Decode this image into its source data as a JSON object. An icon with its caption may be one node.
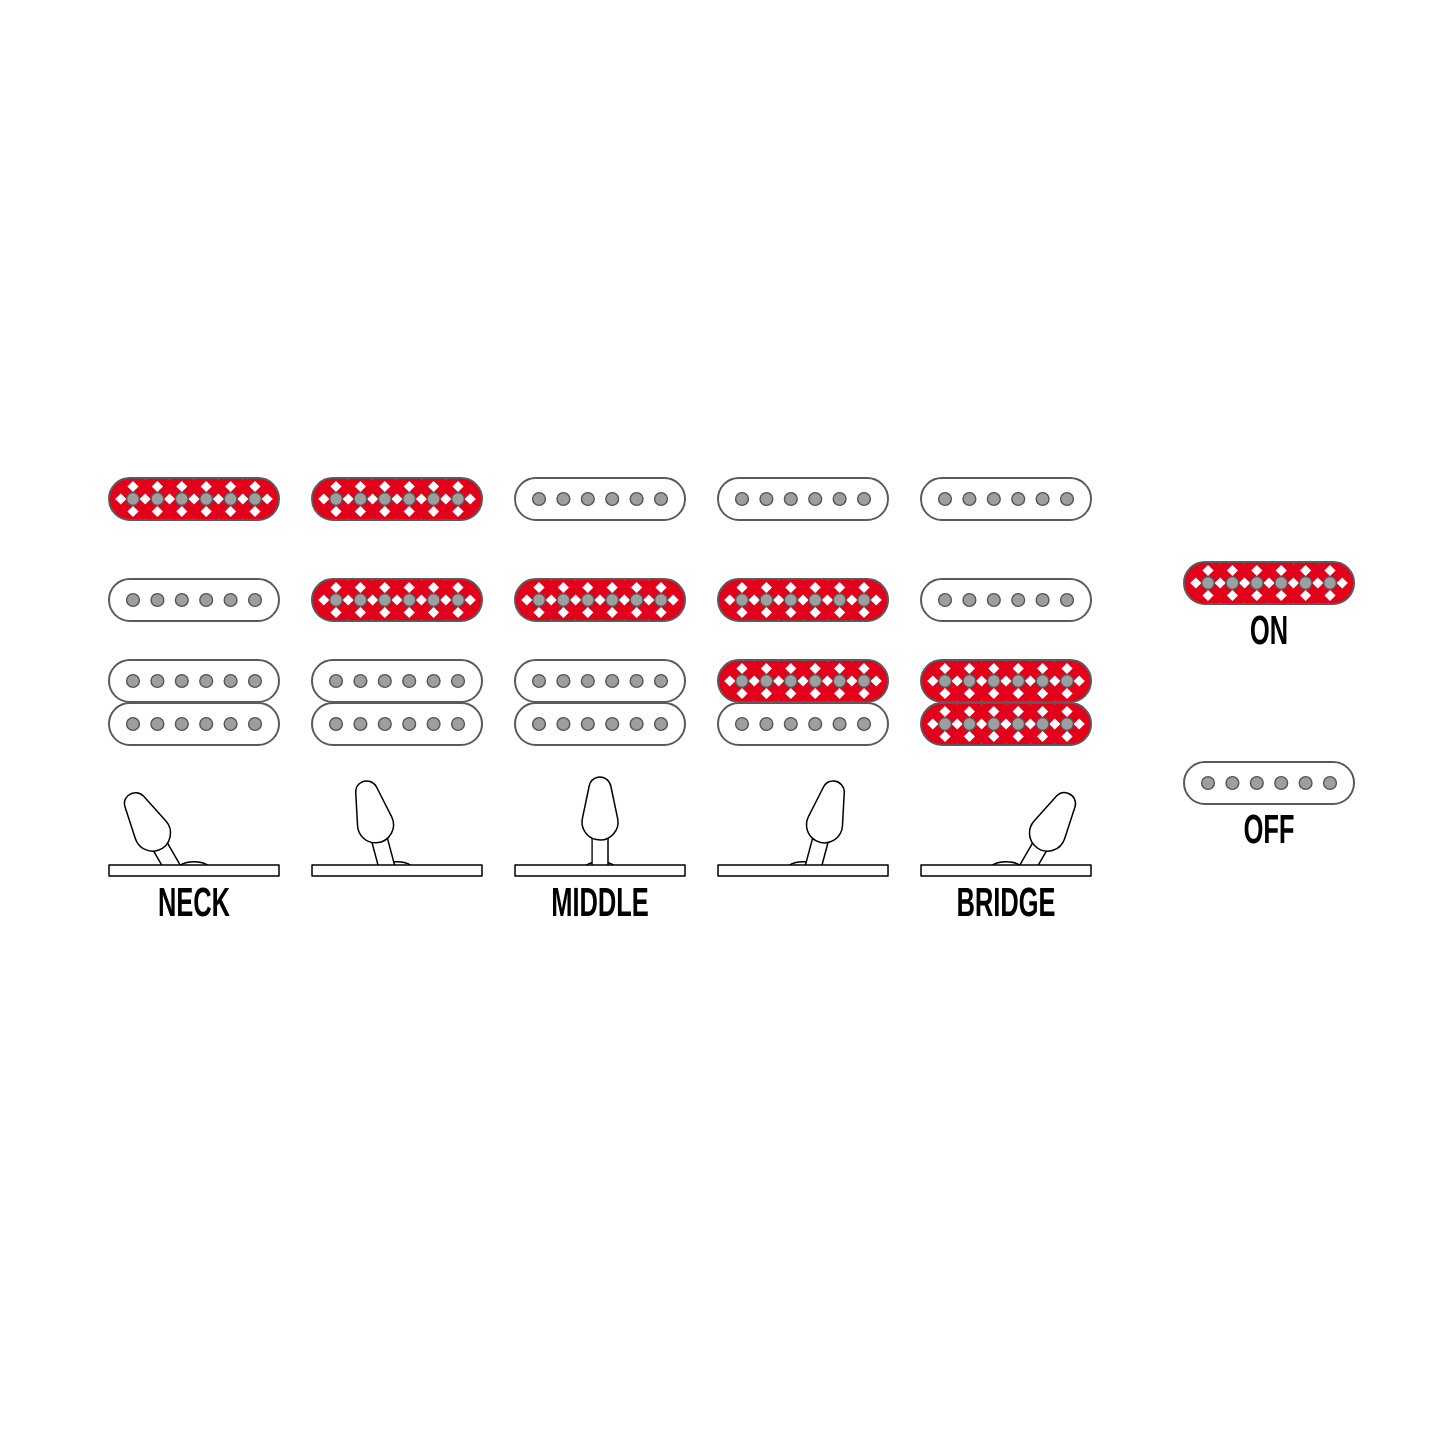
{
  "diagram": {
    "labels": [
      "NECK",
      "MIDDLE",
      "BRIDGE"
    ],
    "legend": [
      {
        "text": "ON"
      },
      {
        "text": "OFF"
      }
    ]
  }
}
